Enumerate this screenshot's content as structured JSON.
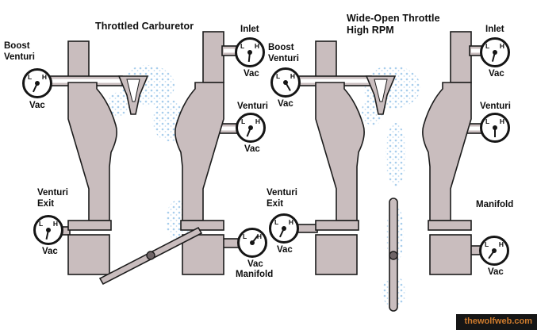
{
  "watermark": "thewolfweb.com",
  "gauge": {
    "low": "L",
    "high": "H"
  },
  "left": {
    "title": "Throttled Carburetor",
    "gauges": {
      "boost": {
        "label": "Boost\nVenturi",
        "unit": "Vac",
        "needle_deg": 205
      },
      "inlet": {
        "label": "Inlet",
        "unit": "Vac",
        "needle_deg": 186
      },
      "venturi": {
        "label": "Venturi",
        "unit": "Vac",
        "needle_deg": 202
      },
      "exit": {
        "label": "Venturi\nExit",
        "unit": "Vac",
        "needle_deg": 192
      },
      "manifold": {
        "label": "Manifold",
        "unit": "Vac",
        "needle_deg": 38
      }
    }
  },
  "right": {
    "title": "Wide-Open Throttle\nHigh RPM",
    "gauges": {
      "boost": {
        "label": "Boost\nVenturi",
        "unit": "Vac",
        "needle_deg": 150
      },
      "inlet": {
        "label": "Inlet",
        "unit": "Vac",
        "needle_deg": 195
      },
      "venturi": {
        "label": "Venturi",
        "needle_deg": 180
      },
      "exit": {
        "label": "Venturi\nExit",
        "unit": "Vac",
        "needle_deg": 205
      },
      "manifold": {
        "label": "Manifold",
        "unit": "Vac",
        "needle_deg": 215
      }
    }
  }
}
